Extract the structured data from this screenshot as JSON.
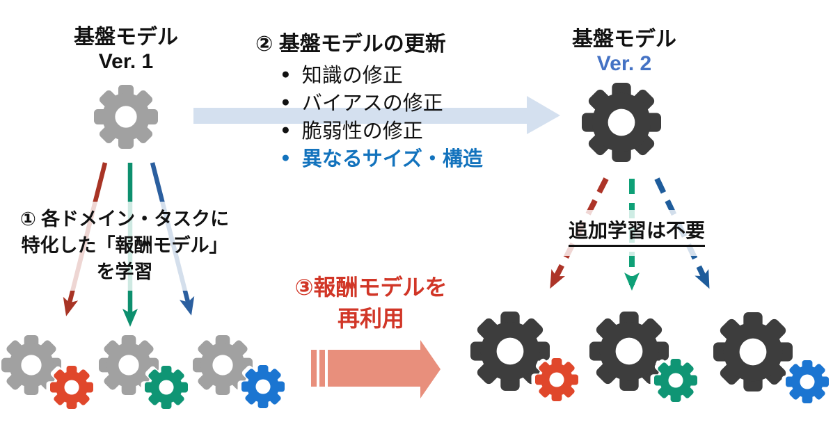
{
  "diagram": {
    "left_model": {
      "title": "基盤モデル",
      "version": "Ver. 1"
    },
    "right_model": {
      "title": "基盤モデル",
      "version": "Ver. 2"
    },
    "step1": {
      "line1": "① 各ドメイン・タスクに",
      "line2": "特化した「報酬モデル」",
      "line3": "を学習"
    },
    "step2": {
      "title": "② 基盤モデルの更新",
      "bullet_char": "●",
      "bullets": [
        {
          "label": "知識の修正",
          "emphasis": "black"
        },
        {
          "label": "バイアスの修正",
          "emphasis": "black"
        },
        {
          "label": "脆弱性の修正",
          "emphasis": "black"
        },
        {
          "label": "異なるサイズ・構造",
          "emphasis": "blue"
        }
      ]
    },
    "step3": {
      "line1": "③報酬モデルを",
      "line2": "再利用"
    },
    "no_additional_training": "追加学習は不要",
    "icons": {
      "base_model_v1": "gear-icon-gray",
      "base_model_v2": "gear-icon-dark",
      "reward_models": [
        "gear-icon-red",
        "gear-icon-green",
        "gear-icon-blue"
      ]
    },
    "colors": {
      "gray_gear": "#a1a1a1",
      "dark_gear": "#3d3d3d",
      "red_gear": "#e0472b",
      "green_gear": "#0f9574",
      "blue_gear": "#1b75d1",
      "ver2_blue": "#4472c4",
      "bullet_blue": "#1373bd",
      "step3_red": "#d13627",
      "update_arrow_fill": "#d4e0ef",
      "reuse_arrow_fill": "#e88f7c",
      "arrow_red": "#a83425",
      "arrow_green": "#0d8f6e",
      "arrow_blue": "#2b5f9f"
    }
  }
}
